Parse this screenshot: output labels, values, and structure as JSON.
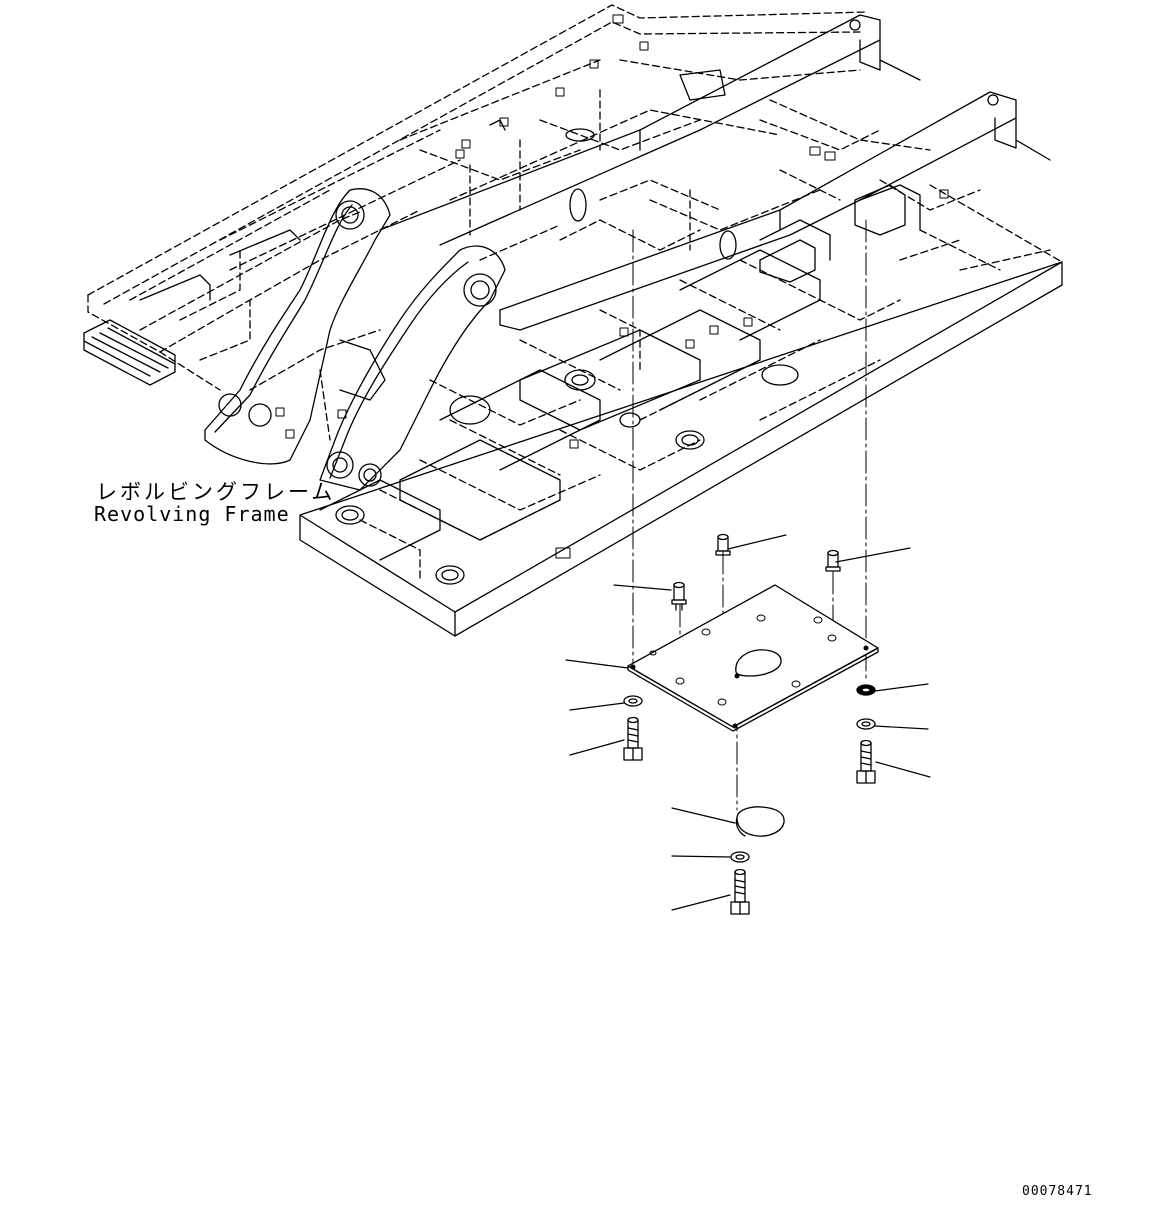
{
  "labels": {
    "frame_jp": "レボルビングフレーム",
    "frame_en": "Revolving Frame"
  },
  "figure_id": "00078471"
}
